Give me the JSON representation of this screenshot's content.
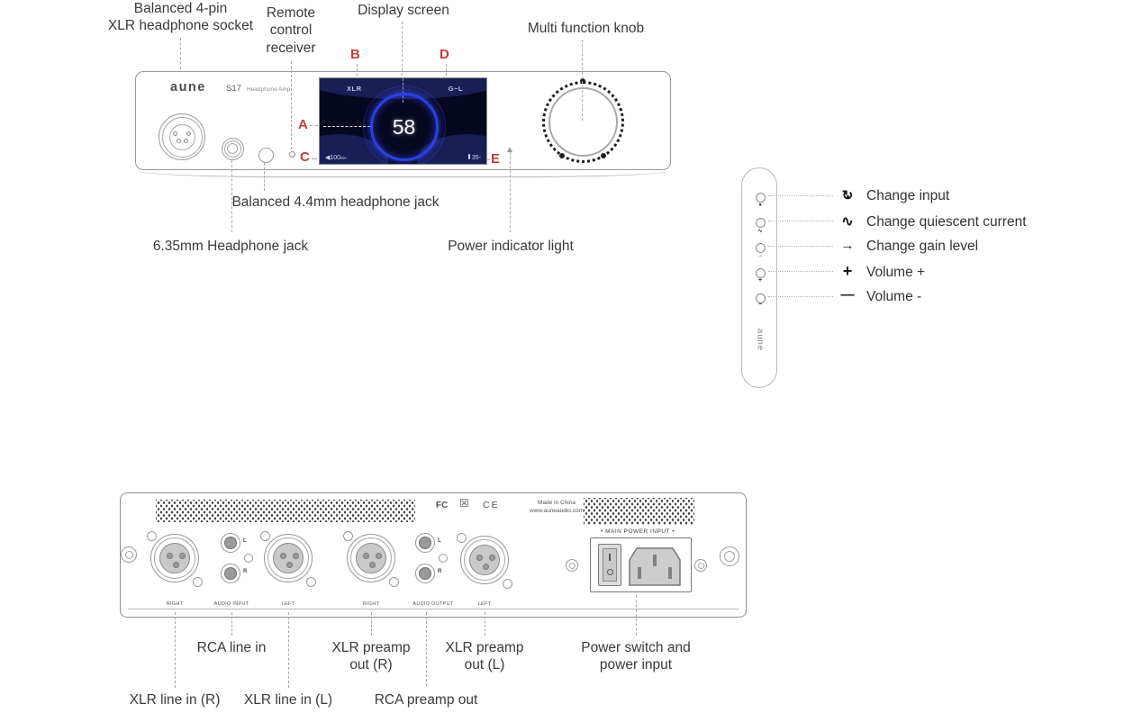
{
  "front": {
    "panel": {
      "brand": "aune",
      "model": "S17",
      "model_suffix": "Headphone Amp"
    },
    "display": {
      "input": "XLR",
      "gain": "G~L",
      "volume": "58",
      "current": "◀100",
      "current_unit": "MA",
      "temp": "35-"
    },
    "callouts": {
      "a": "A",
      "b": "B",
      "c": "C",
      "d": "D",
      "e": "E"
    },
    "labels": {
      "xlr_socket": "Balanced 4-pin\nXLR headphone socket",
      "remote_receiver": "Remote\ncontrol\nreceiver",
      "display_screen": "Display screen",
      "multi_knob": "Multi function knob",
      "jack_44": "Balanced 4.4mm headphone jack",
      "jack_635": "6.35mm Headphone jack",
      "power_light": "Power indicator light"
    }
  },
  "remote": {
    "brand": "aune",
    "buttons": [
      {
        "glyph": "●"
      },
      {
        "glyph": "∿"
      },
      {
        "glyph": "→"
      },
      {
        "glyph": "+"
      },
      {
        "glyph": "−"
      }
    ],
    "legend": [
      {
        "icon": "input-cycle-icon",
        "glyph": "↻",
        "label": "Change input"
      },
      {
        "icon": "sine-wave-icon",
        "glyph": "∿",
        "label": "Change quiescent current"
      },
      {
        "icon": "arrow-right-icon",
        "glyph": "→",
        "label": "Change gain level"
      },
      {
        "icon": "plus-icon",
        "glyph": "+",
        "label": "Volume +"
      },
      {
        "icon": "minus-icon",
        "glyph": "—",
        "label": "Volume -"
      }
    ]
  },
  "rear": {
    "marks": {
      "fcc": "FC",
      "weee": "☒",
      "ce": "CE",
      "origin": "Made in China",
      "site": "www.auneaudio.com",
      "power_header": "• MAIN POWER INPUT •"
    },
    "ports": {
      "xlr_in_r": "RIGHT",
      "audio_input": "AUDIO INPUT",
      "xlr_in_l": "LEFT",
      "xlr_out_r": "RIGHT",
      "audio_output": "AUDIO OUTPUT",
      "xlr_out_l": "LEFT",
      "l": "L",
      "r": "R"
    },
    "labels": {
      "rca_line_in": "RCA line in",
      "xlr_preamp_r": "XLR preamp\nout (R)",
      "xlr_preamp_l": "XLR preamp\nout (L)",
      "power": "Power switch and\npower input",
      "xlr_line_r": "XLR line in (R)",
      "xlr_line_l": "XLR line in (L)",
      "rca_preamp": "RCA preamp out"
    }
  },
  "colors": {
    "callout_red": "#c0413e",
    "ring_blue": "#2e3fe2",
    "display_bg": "#06081f"
  }
}
